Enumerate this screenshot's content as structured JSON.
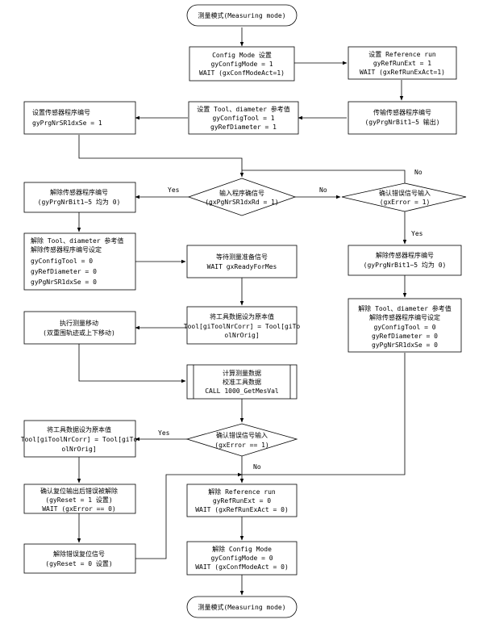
{
  "nodes": {
    "start": [
      "测量模式(Measuring mode)"
    ],
    "config_mode": [
      "Config Mode 设置",
      "gyConfigMode = 1",
      "WAIT (gxConfModeAct=1)"
    ],
    "ref_run": [
      "设置 Reference run",
      "gyRefRunExt = 1",
      "WAIT (gxRefRunExAct=1)"
    ],
    "tool_diam": [
      "设置 Tool、diameter 参考值",
      "gyConfigTool = 1",
      "gyRefDiameter = 1"
    ],
    "transmit_prog": [
      "传输传感器程序编号",
      "(gyPrgNrBit1~5 输出)"
    ],
    "set_sensor": [
      "设置传感器程序编号",
      "gyPrgNrSR1dxSe = 1"
    ],
    "input_prog": [
      "输入程序确信号",
      "(gxPgNrSR1dxRd = 1)"
    ],
    "confirm_err1": [
      "确认错误信号输入",
      "(gxError = 1)"
    ],
    "clear_prog": [
      "解除传感器程序编号",
      "(gyPrgNrBit1~5 均为 0)"
    ],
    "clear_tool_left": [
      "解除 Tool、diameter 参考值",
      "解除传感器程序编号设定",
      "gyConfigTool = 0",
      "gyRefDiameter = 0",
      "gyPgNrSR1dxSe = 0"
    ],
    "wait_ready": [
      "等待测量准备信号",
      "WAIT gxReadyForMes"
    ],
    "clear_prog_right": [
      "解除传感器程序编号",
      "(gyPrgNrBit1~5 均为 0)"
    ],
    "clear_tool_right": [
      "解除 Tool、diameter 参考值",
      "解除传感器程序编号设定",
      "gyConfigTool = 0",
      "gyRefDiameter = 0",
      "gyPgNrSR1dxSe = 0"
    ],
    "set_tool_data": [
      "将工具数据设为原本值",
      "Tool[giToolNrCorr] = Tool[giTo",
      "olNrOrig]"
    ],
    "exec_move": [
      "执行测量移动",
      "(双重围轨迹或上下移动)"
    ],
    "calc": [
      "计算测量数据",
      "校准工具数据",
      "CALL 1000_GetMesVal"
    ],
    "confirm_err2": [
      "确认错误信号输入",
      "(gxError == 1)"
    ],
    "reset_tool_data": [
      "将工具数据设为原本值",
      "Tool[giToolNrCorr] = Tool[giTo",
      "olNrOrig]"
    ],
    "confirm_reset": [
      "确认复位输出后错误被解除",
      "(gyReset = 1 设置)",
      "WAIT (gxError == 0)"
    ],
    "clear_ref": [
      "解除 Reference run",
      "gyRefRunExt = 0",
      "WAIT (gxRefRunExAct = 0)"
    ],
    "clear_config": [
      "解除 Config Mode",
      "gyConfigMode = 0",
      "WAIT (gxConfModeAct = 0)"
    ],
    "clear_err_reset": [
      "解除错误复位信号",
      "(gyReset = 0 设置)"
    ],
    "end": [
      "测量模式(Measuring mode)"
    ]
  },
  "edge_labels": {
    "yes1": "Yes",
    "no1": "No",
    "no_loop": "No",
    "yes2": "Yes",
    "yes3": "Yes",
    "no3": "No"
  }
}
